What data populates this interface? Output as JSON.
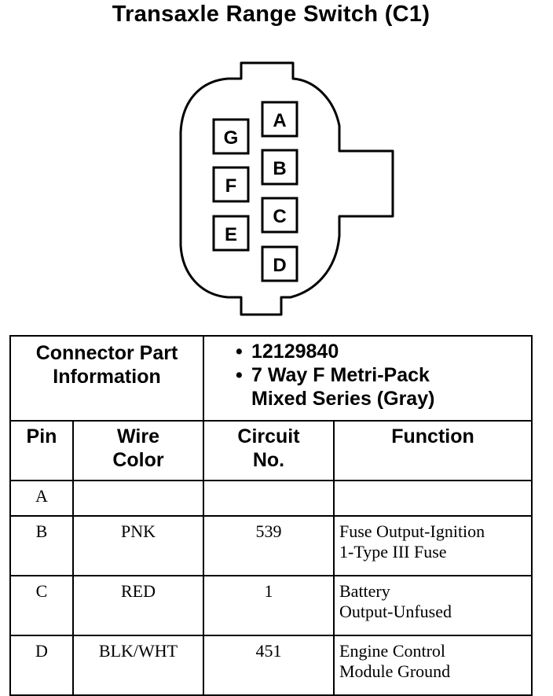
{
  "title": "Transaxle Range Switch (C1)",
  "connector": {
    "pins_left": [
      "G",
      "F",
      "E"
    ],
    "pins_right": [
      "A",
      "B",
      "C",
      "D"
    ]
  },
  "part_info": {
    "label_line1": "Connector Part",
    "label_line2": "Information",
    "bullet": "•",
    "part_number": "12129840",
    "description_line1": "7 Way F Metri-Pack",
    "description_line2": "Mixed Series (Gray)"
  },
  "columns": {
    "pin": "Pin",
    "wire_color_line1": "Wire",
    "wire_color_line2": "Color",
    "circuit_line1": "Circuit",
    "circuit_line2": "No.",
    "function": "Function"
  },
  "rows": [
    {
      "pin": "A",
      "wire_color": "",
      "circuit": "",
      "function_line1": "",
      "function_line2": ""
    },
    {
      "pin": "B",
      "wire_color": "PNK",
      "circuit": "539",
      "function_line1": "Fuse Output-Ignition",
      "function_line2": "1-Type III Fuse"
    },
    {
      "pin": "C",
      "wire_color": "RED",
      "circuit": "1",
      "function_line1": "Battery",
      "function_line2": "Output-Unfused"
    },
    {
      "pin": "D",
      "wire_color": "BLK/WHT",
      "circuit": "451",
      "function_line1": "Engine Control",
      "function_line2": "Module Ground"
    }
  ]
}
